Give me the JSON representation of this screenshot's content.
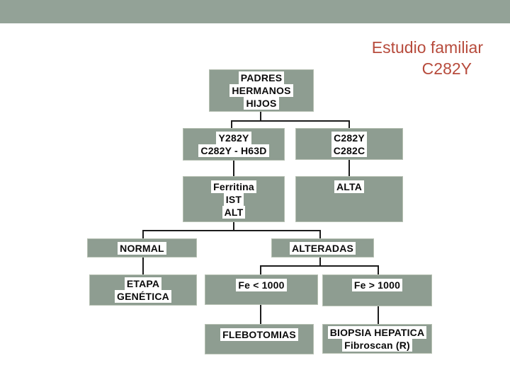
{
  "slide": {
    "title_line1": "Estudio familiar",
    "title_line2": "C282Y"
  },
  "colors": {
    "top_bar": "#93a297",
    "box_fill": "#8e9d91",
    "title_red": "#b74b3c",
    "connector": "#1c1c1c",
    "text_highlight": "#ffffff",
    "box_text": "#0b0b0b"
  },
  "flowchart": {
    "padres": {
      "lines": [
        "PADRES",
        "HERMANOS",
        "HIJOS"
      ]
    },
    "gen_izq": {
      "lines": [
        "Y282Y",
        "C282Y - H63D"
      ]
    },
    "gen_der": {
      "lines": [
        "C282Y",
        "C282C"
      ]
    },
    "ferritina": {
      "lines": [
        "Ferritina",
        "IST",
        "ALT"
      ]
    },
    "alta": {
      "lines": [
        "ALTA"
      ]
    },
    "normal": {
      "lines": [
        "NORMAL"
      ]
    },
    "alteradas": {
      "lines": [
        "ALTERADAS"
      ]
    },
    "etapa": {
      "lines": [
        "ETAPA",
        "GENÉTICA"
      ]
    },
    "fe_menor": {
      "lines": [
        "Fe < 1000"
      ]
    },
    "fe_mayor": {
      "lines": [
        "Fe > 1000"
      ]
    },
    "flebotomias": {
      "lines": [
        "FLEBOTOMIAS"
      ]
    },
    "biopsia": {
      "lines": [
        "BIOPSIA HEPATICA",
        "Fibroscan (R)"
      ]
    }
  }
}
